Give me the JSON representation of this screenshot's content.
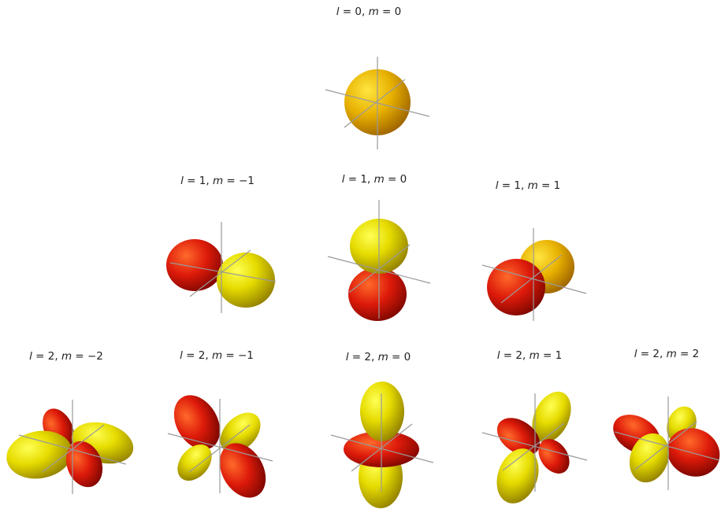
{
  "colors": {
    "yellow": "#e8e000",
    "red": "#dd1a0a",
    "axis": "#9a9a9a",
    "text": "#222222"
  },
  "panels": [
    {
      "id": "l0m0",
      "label": {
        "l": "0",
        "m": "0"
      }
    },
    {
      "id": "l1mm1",
      "label": {
        "l": "1",
        "m": "−1"
      }
    },
    {
      "id": "l1m0",
      "label": {
        "l": "1",
        "m": "0"
      }
    },
    {
      "id": "l1m1",
      "label": {
        "l": "1",
        "m": "1"
      }
    },
    {
      "id": "l2mm2",
      "label": {
        "l": "2",
        "m": "−2"
      }
    },
    {
      "id": "l2mm1",
      "label": {
        "l": "2",
        "m": "−1"
      }
    },
    {
      "id": "l2m0",
      "label": {
        "l": "2",
        "m": "0"
      }
    },
    {
      "id": "l2m1",
      "label": {
        "l": "2",
        "m": "1"
      }
    },
    {
      "id": "l2m2",
      "label": {
        "l": "2",
        "m": "2"
      }
    }
  ]
}
